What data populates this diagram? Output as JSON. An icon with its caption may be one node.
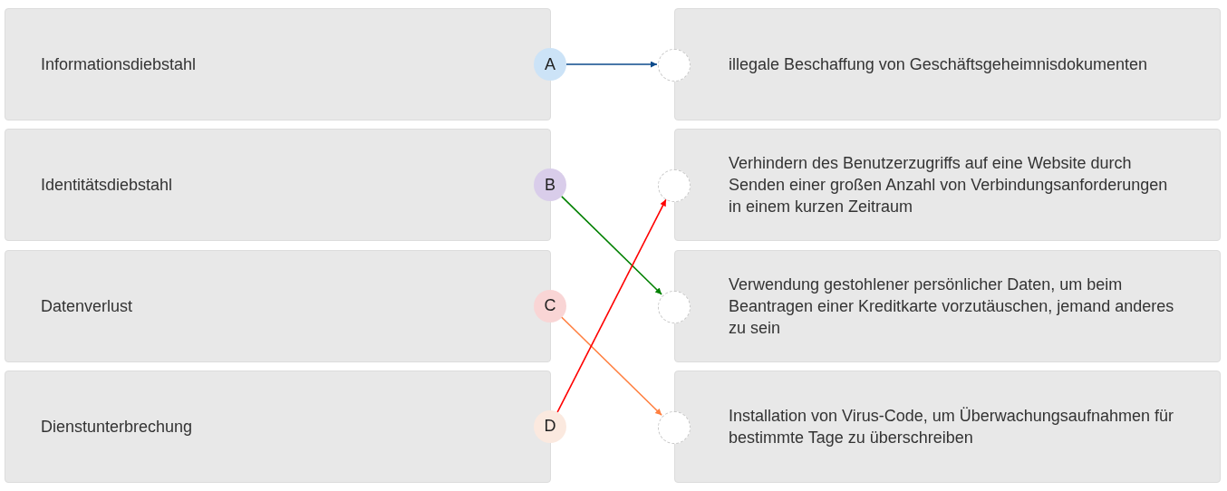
{
  "diagram": {
    "nodes": [
      {
        "text": [
          "Informationsdiebstahl"
        ]
      },
      {
        "text": [
          "A"
        ]
      },
      {
        "text": [
          "illegale Beschaffung von Geschäftsgeheimnisdokumenten"
        ]
      },
      {
        "text": [],
        "shape": "circle",
        "in": 2
      },
      {
        "text": [
          "Identitätsdiebstahl"
        ]
      },
      {
        "text": [
          "B"
        ]
      },
      {
        "text": [
          "Verhindern des Benutzerzugriffs auf eine Website durch Senden einer großen Anzahl von Verbindungsanforderungen in einem kurzen Zeitraum"
        ]
      },
      {
        "text": [],
        "shape": "circle",
        "in": 6
      },
      {
        "text": [
          "Datenverlust"
        ]
      },
      {
        "text": [
          "C"
        ]
      },
      {
        "text": [
          "Verwendung gestohlener persönlicher Daten, um beim Beantragen einer Kreditkarte vorzutäuschen, jemand anderes zu sein"
        ]
      },
      {
        "text": [],
        "shape": "circle",
        "in": 10
      },
      {
        "text": [
          "Dienstunterbrechung"
        ]
      },
      {
        "text": [
          "D"
        ]
      },
      {
        "text": [
          "Installation von Virus-Code, um Überwachungsaufnahmen für bestimmte Tage zu überschreiben"
        ]
      },
      {
        "text": [],
        "shape": "circle",
        "in": 14
      }
    ],
    "edges": [
      {
        "from": 1,
        "to": 3,
        "arrow": "to",
        "color": "#0b4a8b"
      },
      {
        "from": 5,
        "to": 11,
        "arrow": "to",
        "color": "#008000"
      },
      {
        "from": 9,
        "to": 15,
        "arrow": "to",
        "color": "#ff7f3f"
      },
      {
        "from": 13,
        "to": 7,
        "arrow": "to",
        "color": "#ff0000"
      }
    ]
  }
}
